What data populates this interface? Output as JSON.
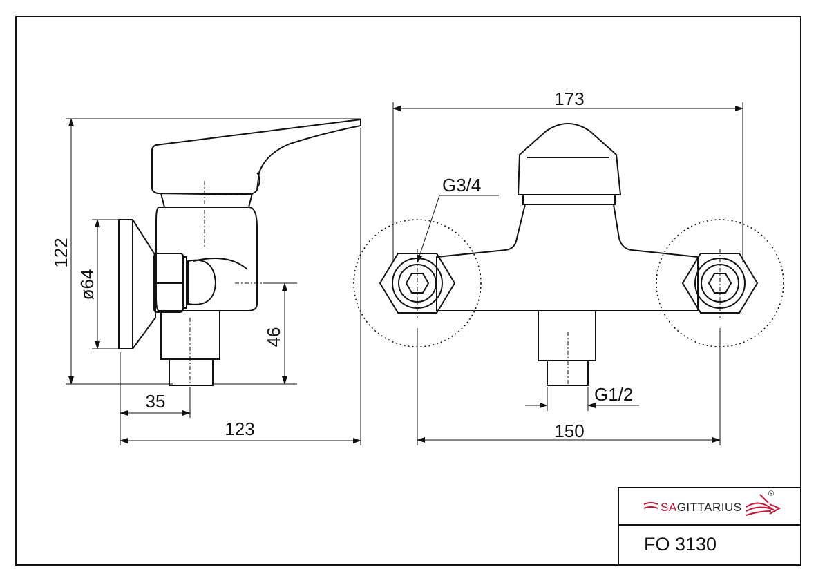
{
  "dimensions": {
    "height_total": "122",
    "flange_diameter": "ø64",
    "outlet_height": "46",
    "outlet_offset": "35",
    "depth_total": "123",
    "width_total": "173",
    "inlet_thread": "G3/4",
    "outlet_thread": "G1/2",
    "inlet_spacing": "150"
  },
  "title_block": {
    "brand_prefix": "SA",
    "brand_rest": "GITTARIUS",
    "registered_mark": "®",
    "model": "FO 3130"
  },
  "colors": {
    "line": "#111111",
    "brand_red": "#c8102e"
  }
}
